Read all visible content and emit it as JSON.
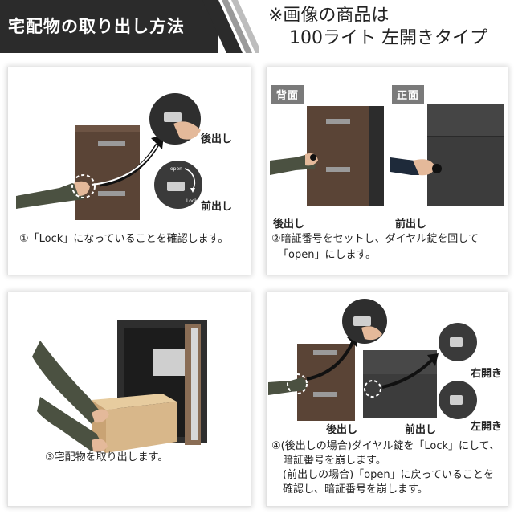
{
  "header": {
    "title": "宅配物の取り出し方法",
    "note_line1": "※画像の商品は",
    "note_line2": "100ライト 左開きタイプ"
  },
  "panels": {
    "step1": {
      "label_rear": "後出し",
      "label_front": "前出し",
      "caption": "①「Lock」になっていることを確認します。",
      "dial_labels": {
        "open": "open",
        "lock": "Lock"
      }
    },
    "step2": {
      "tag_back": "背面",
      "tag_front": "正面",
      "label_rear": "後出し",
      "label_front": "前出し",
      "caption_line1": "②暗証番号をセットし、ダイヤル錠を回して",
      "caption_line2": "「open」にします。"
    },
    "step3": {
      "caption": "③宅配物を取り出します。"
    },
    "step4": {
      "label_rear": "後出し",
      "label_front": "前出し",
      "label_right_open": "右開き",
      "label_left_open": "左開き",
      "caption_line1": "④(後出しの場合)ダイヤル錠を「Lock」にして、",
      "caption_line2": "暗証番号を崩します。",
      "caption_line3": "(前出しの場合)「open」に戻っていることを",
      "caption_line4": "確認し、暗証番号を崩します。"
    }
  },
  "colors": {
    "header_bg": "#2b2b2b",
    "box_brown": "#5a4436",
    "box_dark": "#3c3c3c",
    "sleeve_green": "#4b5141",
    "cardboard": "#d8b78a"
  }
}
